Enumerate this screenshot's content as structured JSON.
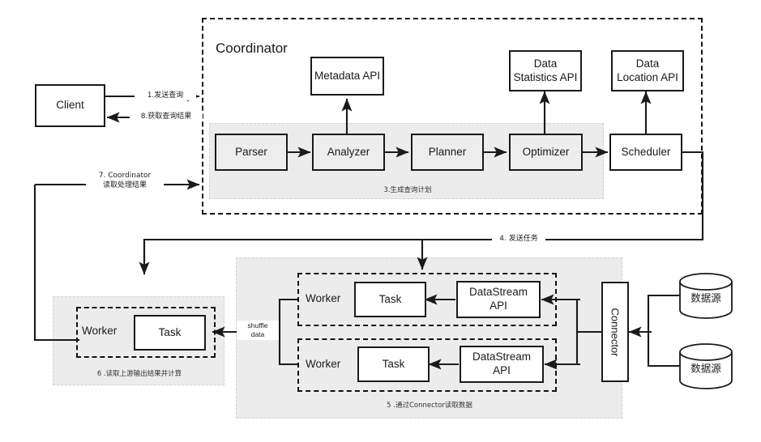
{
  "diagram": {
    "title_coordinator": "Coordinator",
    "client": {
      "label": "Client"
    },
    "coordinator_apis": [
      {
        "id": "metadata-api",
        "label": "Metadata API"
      },
      {
        "id": "data-statistics-api",
        "label": "Data\nStatistics API"
      },
      {
        "id": "data-location-api",
        "label": "Data\nLocation API"
      }
    ],
    "pipeline": [
      {
        "id": "parser",
        "label": "Parser"
      },
      {
        "id": "analyzer",
        "label": "Analyzer"
      },
      {
        "id": "planner",
        "label": "Planner"
      },
      {
        "id": "optimizer",
        "label": "Optimizer"
      },
      {
        "id": "scheduler",
        "label": "Scheduler"
      }
    ],
    "zone_captions": {
      "query_plan": "3.生成查询计划",
      "upstream_compute": "6 .读取上游输出结果并计算",
      "connector_read": "5 .通过Connector读取数据"
    },
    "flow_labels": {
      "step1": "1.发送查询",
      "step8": "8.获取查询结果",
      "step7": "7. Coordinator\n读取处理结果",
      "step4": "4. 发送任务",
      "shuffle": "shuffle\ndata"
    },
    "workers": [
      {
        "id": "worker-left",
        "label": "Worker",
        "task": "Task"
      },
      {
        "id": "worker-top",
        "label": "Worker",
        "task": "Task",
        "stream_api": "DataStream\nAPI"
      },
      {
        "id": "worker-bottom",
        "label": "Worker",
        "task": "Task",
        "stream_api": "DataStream\nAPI"
      }
    ],
    "connector": {
      "label": "Connector"
    },
    "data_sources": [
      {
        "id": "data-source-top",
        "label": "数据源"
      },
      {
        "id": "data-source-bottom",
        "label": "数据源"
      }
    ],
    "colors": {
      "stroke": "#1a1a1a",
      "zone_fill": "#ececec",
      "node_fill_shaded": "#ededed",
      "background": "#ffffff"
    }
  }
}
